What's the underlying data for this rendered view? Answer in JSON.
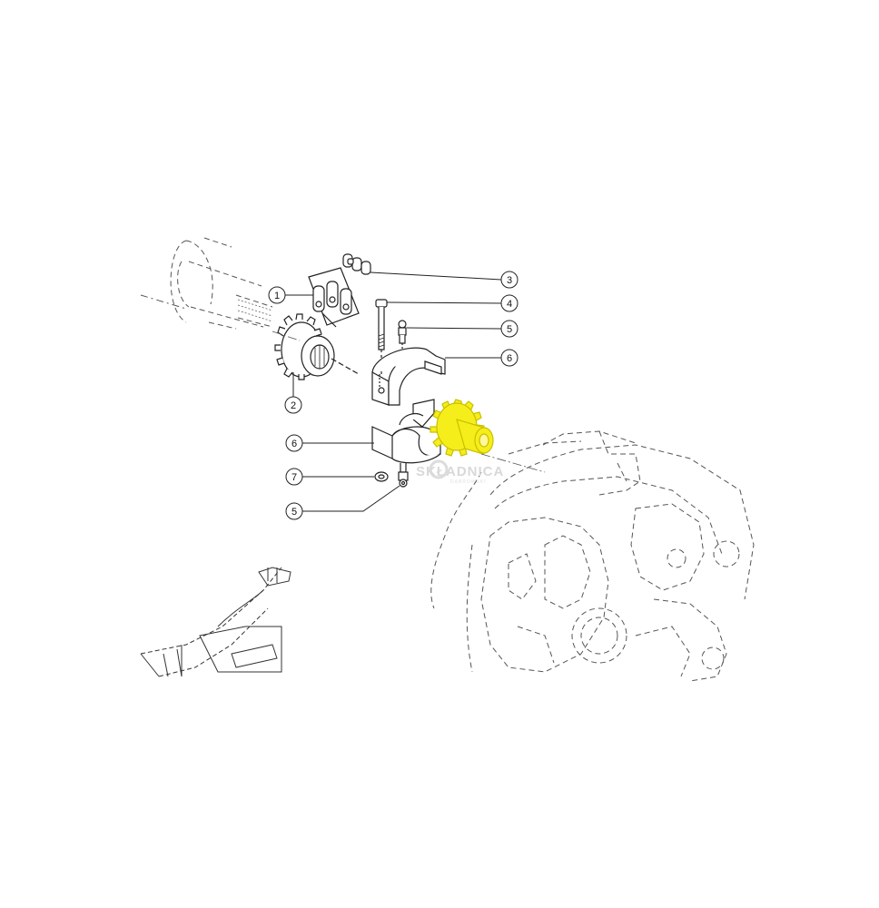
{
  "callouts": [
    {
      "id": "c1",
      "label": "1"
    },
    {
      "id": "c2",
      "label": "2"
    },
    {
      "id": "c3",
      "label": "3"
    },
    {
      "id": "c4",
      "label": "4"
    },
    {
      "id": "c5a",
      "label": "5"
    },
    {
      "id": "c6a",
      "label": "6"
    },
    {
      "id": "c6b",
      "label": "6"
    },
    {
      "id": "c7",
      "label": "7"
    },
    {
      "id": "c5b",
      "label": "5"
    }
  ],
  "watermark": {
    "title": "SKŁADNICA",
    "subtitle": "DĄBROWSKI"
  },
  "colors": {
    "line": "#333333",
    "dashed": "#555555",
    "highlight": "#f5ee1a",
    "highlight_stroke": "#c9c000",
    "watermark": "#d9d9d9"
  }
}
